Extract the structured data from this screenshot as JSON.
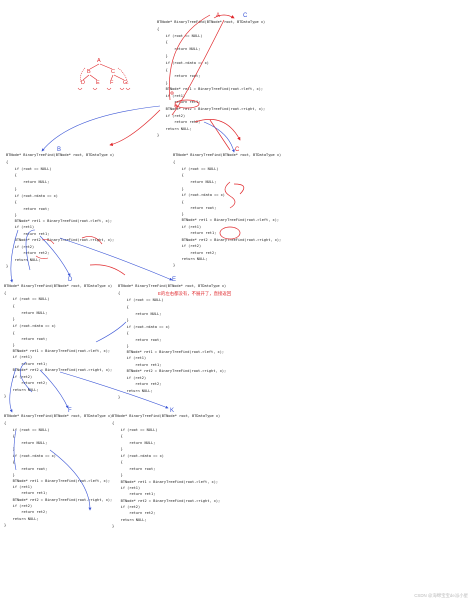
{
  "code": [
    "BTNode* BinaryTreeFind(BTNode* root, BTDataType x)",
    "{",
    "    if (root == NULL)",
    "    {",
    "        return NULL;",
    "    }",
    "    if (root->data == x)",
    "    {",
    "        return root;",
    "    }",
    "    BTNode* ret1 = BinaryTreeFind(root->left, x);",
    "    if (ret1)",
    "        return ret1;",
    "    BTNode* ret2 = BinaryTreeFind(root->right, x);",
    "    if (ret2)",
    "        return ret2;",
    "    return NULL;",
    "}"
  ],
  "labels": {
    "a": "A",
    "b": "B",
    "c": "C",
    "d": "D",
    "e": "E",
    "f": "F",
    "k": "K"
  },
  "tree": {
    "root": "A",
    "level2": [
      "B",
      "C"
    ],
    "level3": [
      "D",
      "E",
      "F",
      "G"
    ]
  },
  "note": "E的左右都没有，不展开了，直接返回",
  "watermark": "CSDN @海绵宝宝de派小星",
  "colors": {
    "red": "#e0282c",
    "blue": "#3a55d6",
    "keyword": "#1f2fbf"
  }
}
